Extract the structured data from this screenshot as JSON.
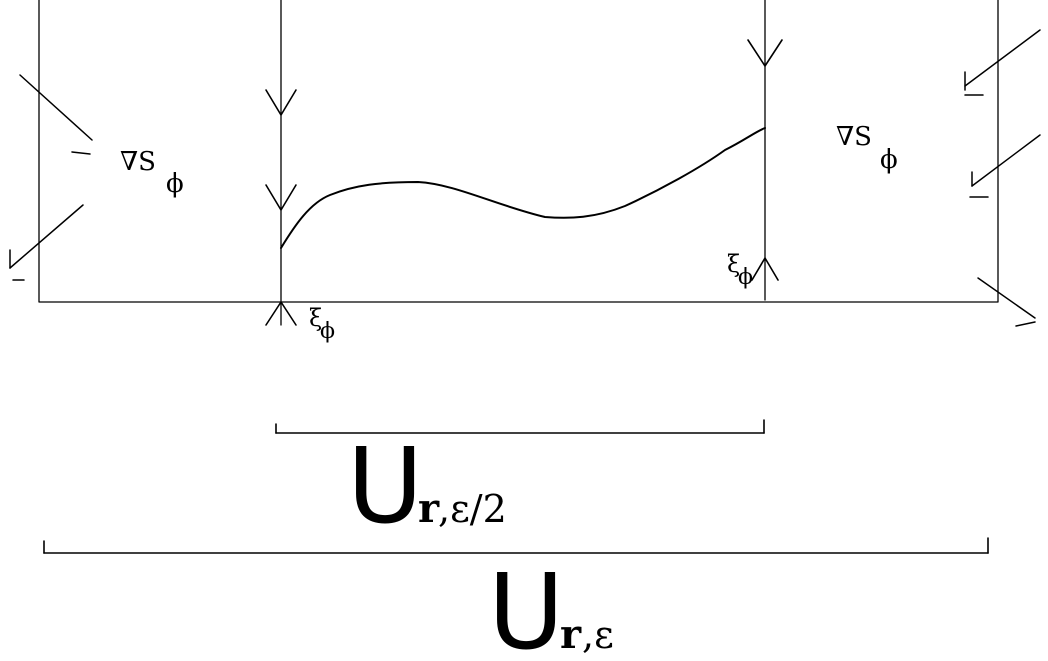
{
  "labels": {
    "grad_left": {
      "main": "∇S",
      "sub": "ϕ"
    },
    "grad_right": {
      "main": "∇S",
      "sub": "ϕ"
    },
    "xi_left": {
      "main": "ξ",
      "sub": "ϕ"
    },
    "xi_right": {
      "main": "ξ",
      "sub": "ϕ"
    },
    "neighborhood_inner": {
      "main": "U",
      "sub_bold": "r",
      "sub_rest": ",ε/2"
    },
    "neighborhood_outer": {
      "main": "U",
      "sub_bold": "r",
      "sub_rest": ",ε"
    }
  },
  "colors": {
    "ink": "#000000",
    "background": "#ffffff"
  }
}
